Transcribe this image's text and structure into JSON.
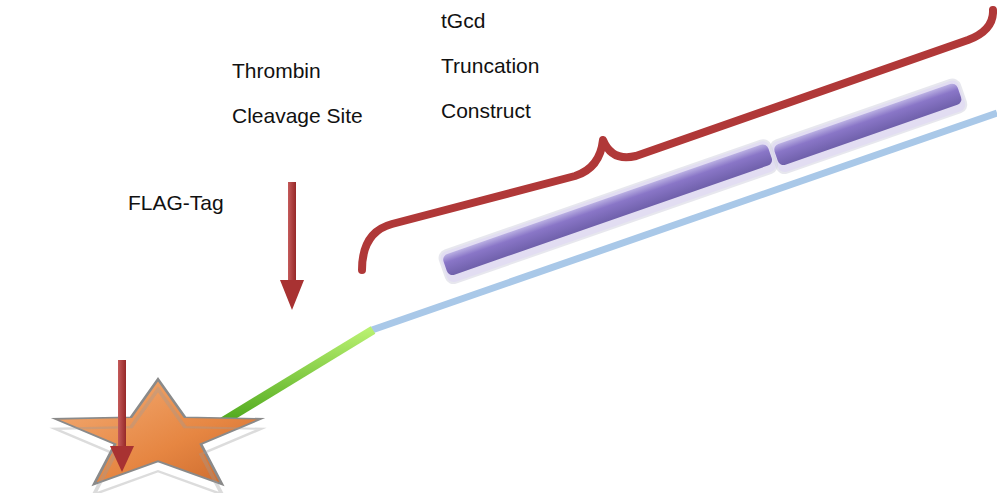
{
  "diagram": {
    "labels": [
      "FLAG-Tag",
      "Thrombin Cleavage Site",
      "tGcd Truncation Construct"
    ]
  }
}
